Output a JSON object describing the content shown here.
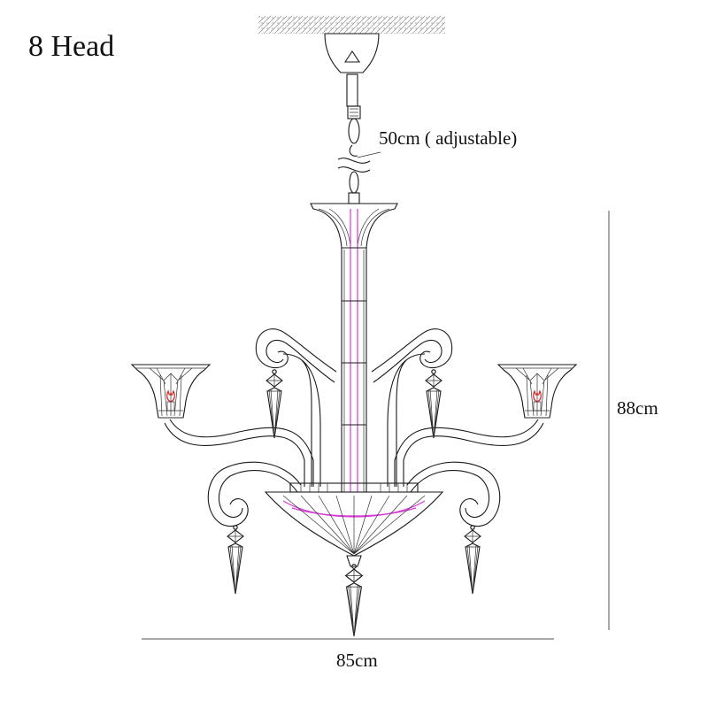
{
  "title": "8 Head",
  "annotations": {
    "chain_length": "50cm ( adjustable)",
    "height": "88cm",
    "width": "85cm"
  },
  "colors": {
    "line": "#1a1a1a",
    "stem_highlight": "#d63ad6",
    "flame": "#d42020",
    "ceiling_hatch": "#999999"
  }
}
